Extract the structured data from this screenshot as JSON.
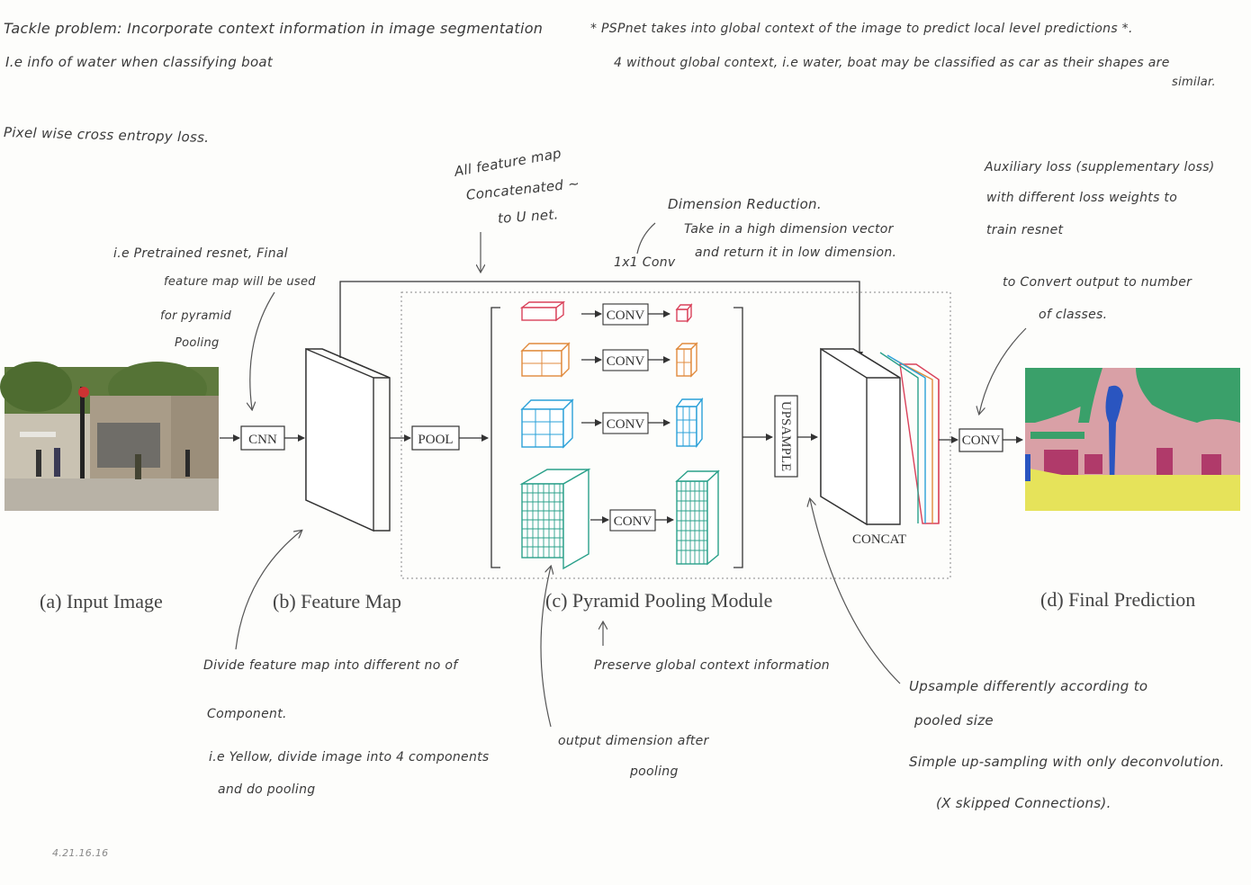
{
  "notes": {
    "tackle": "Tackle problem: Incorporate context information in image segmentation",
    "ie_water": "I.e info of water when classifying boat",
    "pixel_loss": "Pixel wise cross entropy loss.",
    "pspnet_1": "* PSPnet takes into global context of the image to predict local level predictions *.",
    "pspnet_2": "4 without global context, i.e water, boat may be classified as car as their shapes are",
    "pspnet_3": "similar.",
    "all_feature_1": "All feature map",
    "all_feature_2": "Concatenated ~",
    "all_feature_3": "to U net.",
    "dim_red_1": "Dimension Reduction.",
    "dim_red_2": "Take in a high dimension vector",
    "dim_red_3": "and return it in low dimension.",
    "one_conv": "1x1 Conv",
    "aux_1": "Auxiliary loss (supplementary loss)",
    "aux_2": "with different loss weights to",
    "aux_3": "train resnet",
    "to_convert_1": "to Convert output to number",
    "to_convert_2": "of classes.",
    "pretrained_1": "i.e Pretrained resnet, Final",
    "pretrained_2": "feature map will be used",
    "pretrained_3": "for pyramid",
    "pretrained_4": "Pooling",
    "divide_1": "Divide feature map into different no of",
    "divide_2": "Component.",
    "divide_3": "i.e Yellow, divide image into 4 components",
    "divide_4": "and do pooling",
    "preserve": "Preserve global context information",
    "output_dim_1": "output dimension after",
    "output_dim_2": "pooling",
    "upsample_1": "Upsample differently according to",
    "upsample_2": "pooled size",
    "upsample_3": "Simple up-sampling with only deconvolution.",
    "upsample_4": "(X skipped Connections).",
    "date": "4.21.16.16"
  },
  "captions": {
    "a": "(a) Input Image",
    "b": "(b) Feature Map",
    "c": "(c) Pyramid Pooling Module",
    "d": "(d) Final Prediction"
  },
  "blocks": {
    "cnn": "CNN",
    "pool": "POOL",
    "conv": "CONV",
    "upsample": "UPSAMPLE",
    "concat": "CONCAT",
    "conv_final": "CONV"
  },
  "colors": {
    "red": "#d9415a",
    "orange": "#e08a3c",
    "blue": "#2aa0d8",
    "green": "#2aa08a",
    "ink": "#333333"
  }
}
